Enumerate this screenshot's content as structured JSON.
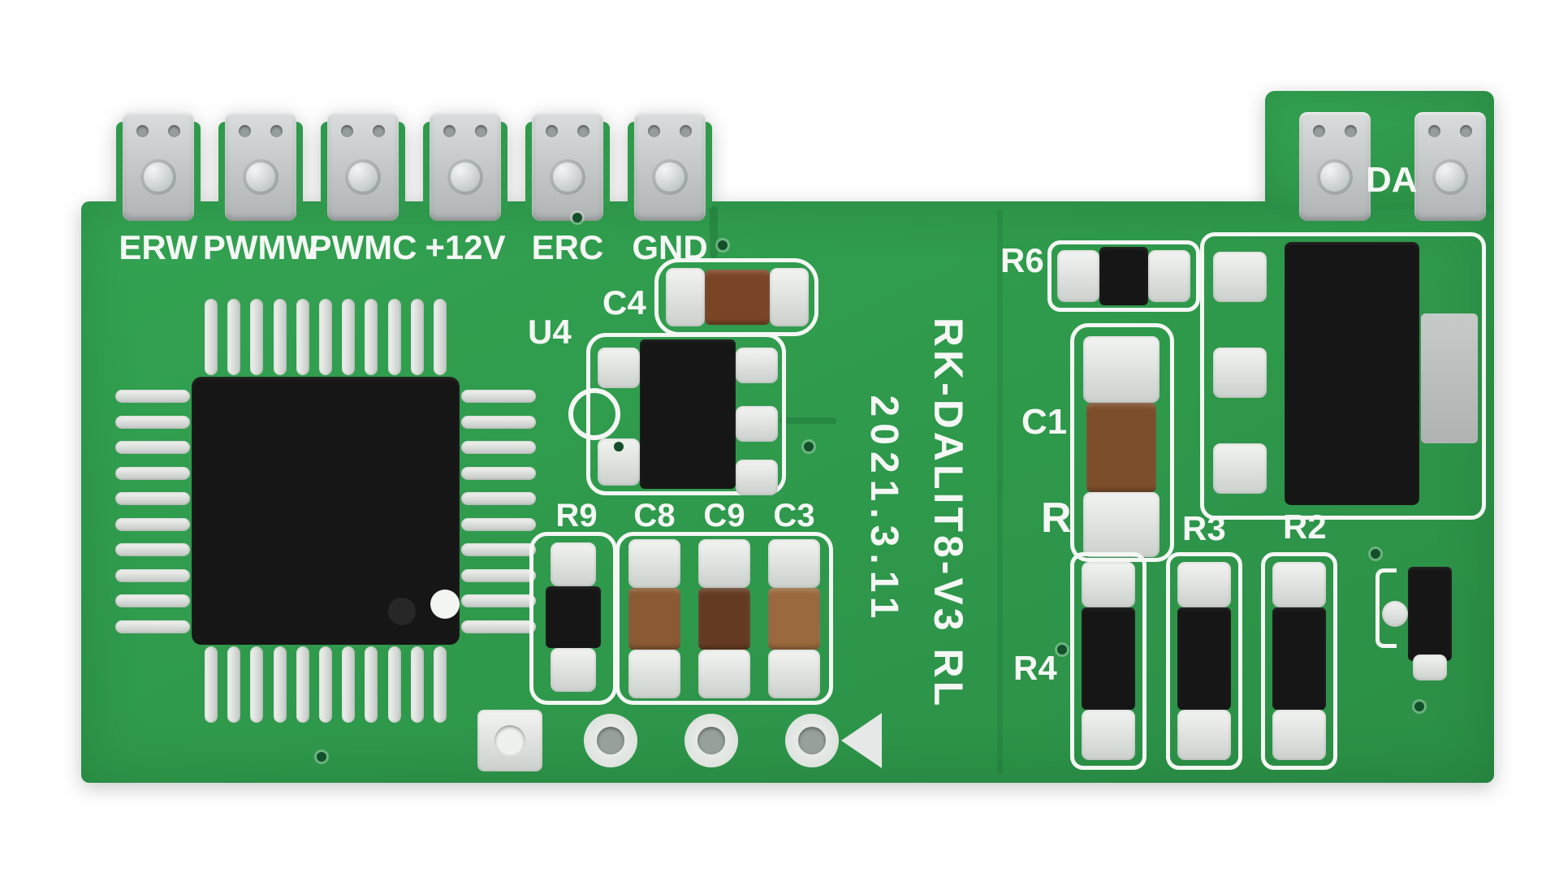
{
  "pcb": {
    "terminals": [
      "ERW",
      "PWMW",
      "PWMC",
      "+12V",
      "ERC",
      "GND"
    ],
    "labels": {
      "da": "DA",
      "u4": "U4",
      "c4": "C4",
      "r9": "R9",
      "c8": "C8",
      "c9": "C9",
      "c3": "C3",
      "r6": "R6",
      "c1": "C1",
      "r": "R",
      "r3": "R3",
      "r2": "R2",
      "r4": "R4"
    },
    "vertical": {
      "model": "RK-DALIT8-V3 RL",
      "date": "2021.3.11"
    },
    "colors": {
      "board_green": "#2f9a4c",
      "silkscreen_white": "#f4f7f4",
      "pad_metal": "#ccd1cd",
      "component_black": "#161616",
      "capacitor_brown_c4": "#7a4526",
      "capacitor_brown_c8": "#8a5a33",
      "capacitor_brown_c9": "#643b22",
      "capacitor_brown_c3": "#9a6a3e",
      "capacitor_brown_c1": "#7d4e2b"
    }
  }
}
